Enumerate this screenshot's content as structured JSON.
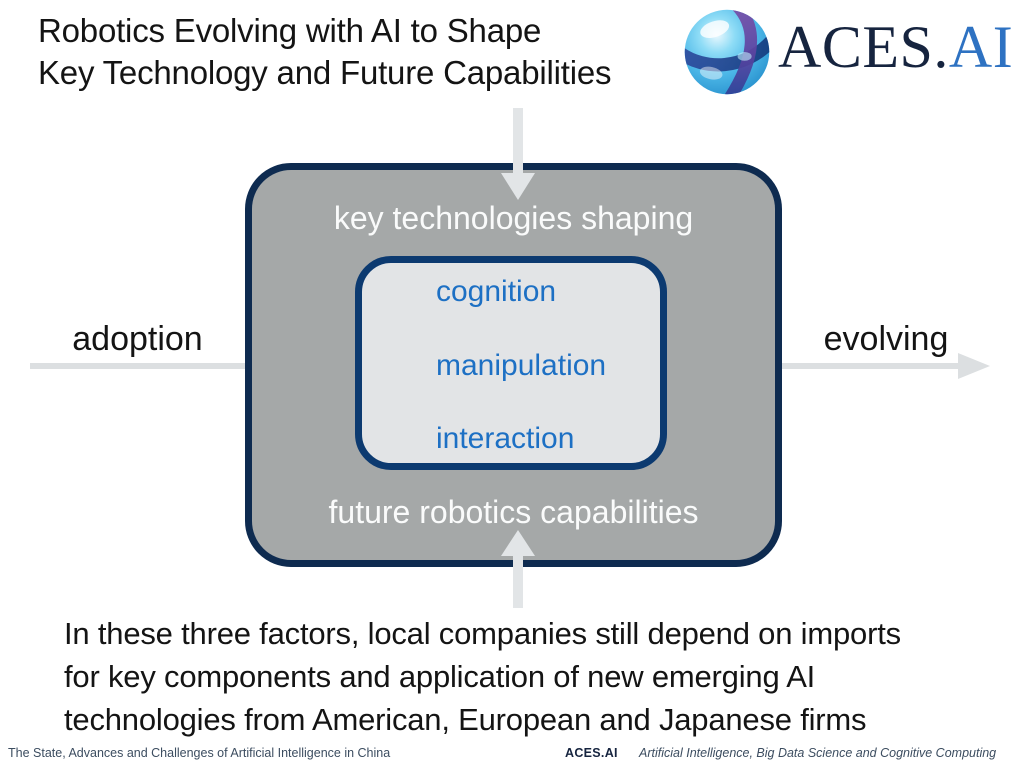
{
  "slide": {
    "title": "Robotics Evolving with AI to Shape\nKey Technology and Future Capabilities",
    "paragraph": "In these three factors, local companies still depend on imports\nfor key components and application of new emerging AI\ntechnologies from American, European and Japanese firms"
  },
  "logo": {
    "sphere_icon": "aces-sphere-icon",
    "wordmark_primary": "ACES.",
    "wordmark_secondary": "AI",
    "colors": {
      "wordmark_primary": "#16243f",
      "wordmark_secondary": "#2e72c2",
      "sphere_light_blue": "#7fd4f2",
      "sphere_dark_blue": "#1c55a0",
      "sphere_purple": "#6a3f9e"
    }
  },
  "diagram": {
    "left_label": "adoption",
    "right_label": "evolving",
    "outer_box": {
      "top_label": "key technologies shaping",
      "bottom_label": "future robotics capabilities",
      "fill_color": "#a5a8a8",
      "border_color": "#0e2b50",
      "label_color": "#fafbfb"
    },
    "inner_box": {
      "items": [
        "cognition",
        "manipulation",
        "interaction"
      ],
      "fill_color": "#e2e4e6",
      "border_color": "#0c3a70",
      "item_color": "#1d70c4"
    },
    "arrow_color": "#e2e5e7",
    "line_color": "#dcdfe1"
  },
  "footer": {
    "left": "The State, Advances and Challenges of Artificial Intelligence in China",
    "brand": "ACES.AI",
    "right": "Artificial Intelligence, Big Data Science and Cognitive Computing"
  }
}
